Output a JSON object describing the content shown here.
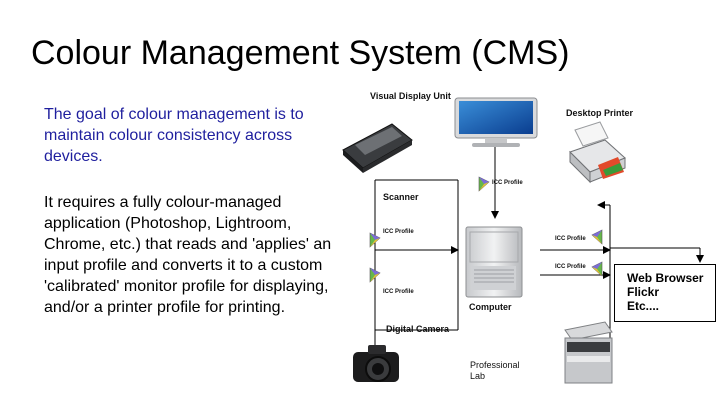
{
  "title": "Colour Management System (CMS)",
  "intro": "The goal of colour management is to maintain colour consistency across devices.",
  "body": "It requires a fully colour-managed application (Photoshop, Lightroom, Chrome, etc.) that reads and 'applies' an input profile and converts it to a custom 'calibrated' monitor profile for displaying, and/or a printer profile for printing.",
  "diagram": {
    "visual_display_unit": "Visual Display Unit",
    "desktop_printer": "Desktop Printer",
    "scanner": "Scanner",
    "computer": "Computer",
    "digital_camera": "Digital Camera",
    "professional_lab": "Professional Lab",
    "icc_profile": "ICC Profile",
    "web_box": [
      "Web Browser",
      "Flickr",
      "Etc...."
    ]
  }
}
